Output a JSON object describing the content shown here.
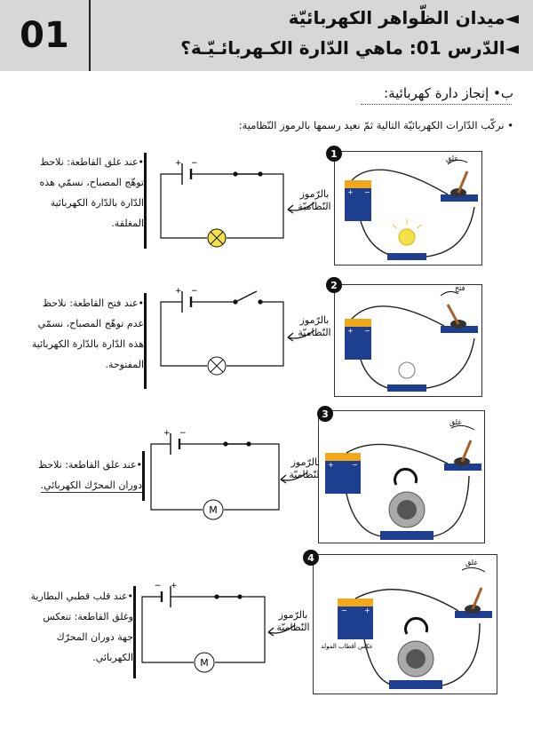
{
  "header": {
    "lesson_number": "01",
    "domain_title": "◄ميدان الظّواهر الكهربائيّة",
    "lesson_title": "◄الدّرس 01: ماهي الدّارة الكـهربائـيّـة؟"
  },
  "section_title": "ب• إنجاز دارة كهربائية:",
  "instruction": "• نركّب الدّارات الكهربائيّة التالية ثمّ نعيد رسمها بالرموز النّظامية:",
  "symbols_label": {
    "line1": "بالرّموز",
    "line2": "النّظاميّة"
  },
  "circuits": [
    {
      "number": "1",
      "switch_label": "غلق",
      "observation": [
        "•عند غلق القاطعة: نلاحظ",
        "توهّج المصباح، نسمّي هذه",
        "الدّارة بالدّارة الكهربائية",
        "المغلقة."
      ],
      "lamp_state": "on"
    },
    {
      "number": "2",
      "switch_label": "فتح",
      "observation": [
        "•عند فتح القاطعة: نلاحظ",
        "عدم توهّج المصباح، نسمّي",
        "هذه الدّارة بالدّارة الكهربائية",
        "المفتوحة."
      ],
      "lamp_state": "off"
    },
    {
      "number": "3",
      "switch_label": "غلق",
      "observation": [
        "•عند غلق القاطعة: نلاحظ",
        "دوران المحرّك الكهربائي."
      ],
      "motor_label": "M"
    },
    {
      "number": "4",
      "switch_label": "غلق",
      "photo_note": "عكس أقطاب المولد",
      "observation": [
        "•عند قلب قطبي البطارية",
        "وغلق القاطعة: تنعكس",
        "جهة دوران المحرّك",
        "الكهربائي."
      ],
      "motor_label": "M"
    }
  ],
  "colors": {
    "header_bg": "#d7d7d7",
    "battery_blue": "#1e3f8f",
    "battery_top": "#f2a81d",
    "lamp_yellow": "#f3e24a"
  }
}
